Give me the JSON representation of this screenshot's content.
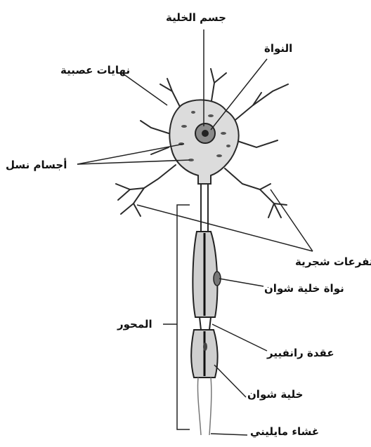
{
  "labels": {
    "cell_body": "جسم الخلية",
    "nucleus": "النواة",
    "nerve_endings": "نهايات عصبية",
    "nissl_bodies": "أجسام نسل",
    "dendrites": "تفرعات شجرية",
    "schwann_nucleus": "نواة خلية شوان",
    "axon": "المحور",
    "node_of_ranvier": "عقدة رانفيير",
    "schwann_cell": "خلية شوان",
    "myelin_sheath": "غشاء مايليني"
  },
  "colors": {
    "ink": "#1a1a1a",
    "cell_fill": "#d9d9d9",
    "nucleus_fill": "#6b6b6b",
    "background": "#ffffff"
  }
}
